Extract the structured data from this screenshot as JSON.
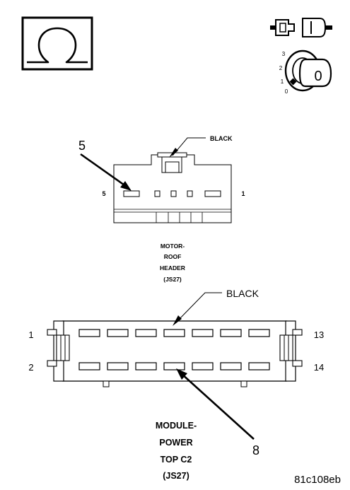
{
  "header": {
    "ohm_symbol": "Ω",
    "ignition": {
      "positions": [
        "3",
        "2",
        "1",
        "0"
      ],
      "key_label": "0"
    }
  },
  "top_connector": {
    "color_label": "BLACK",
    "pin_callout": "5",
    "left_pin": "5",
    "right_pin": "1",
    "name_lines": [
      "MOTOR-",
      "ROOF",
      "HEADER",
      "(JS27)"
    ]
  },
  "bottom_connector": {
    "color_label": "BLACK",
    "pin_callout": "8",
    "left_top_pin": "1",
    "left_bottom_pin": "2",
    "right_top_pin": "13",
    "right_bottom_pin": "14",
    "name_lines": [
      "MODULE-",
      "POWER",
      "TOP C2",
      "(JS27)"
    ]
  },
  "figure_id": "81c108eb"
}
